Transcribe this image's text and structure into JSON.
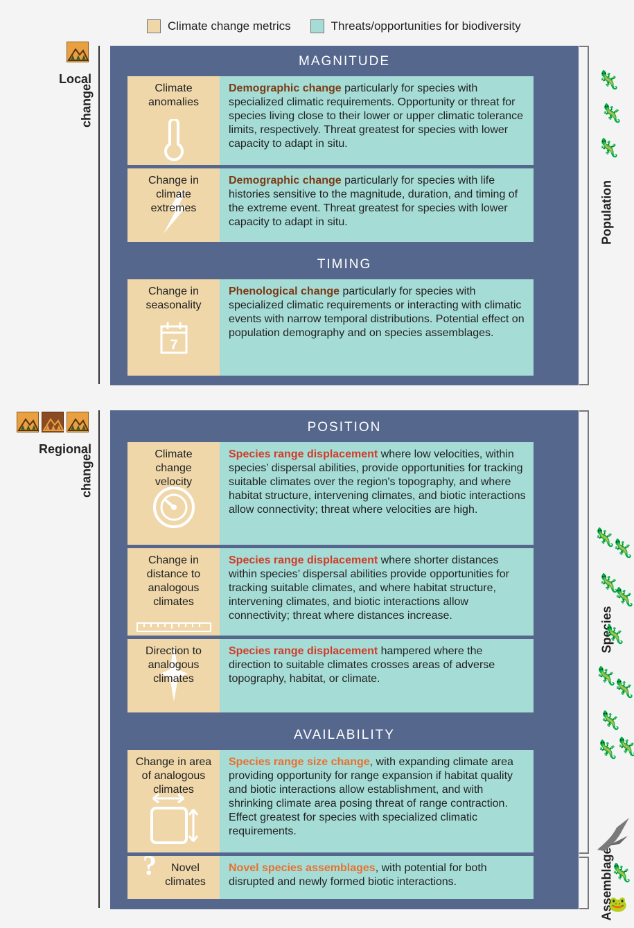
{
  "legend": {
    "climate_metrics": {
      "label": "Climate change metrics",
      "color": "#efd7aa"
    },
    "threats": {
      "label": "Threats/opportunities for biodiversity",
      "color": "#a6dcd6"
    }
  },
  "left_labels": {
    "local": {
      "line1": "Local",
      "line2": "change"
    },
    "regional": {
      "line1": "Regional",
      "line2": "change"
    }
  },
  "right_labels": {
    "population": "Population",
    "species": "Species",
    "assemblage": "Assemblage"
  },
  "sections": {
    "magnitude": "MAGNITUDE",
    "timing": "TIMING",
    "position": "POSITION",
    "availability": "AVAILABILITY"
  },
  "rows": [
    {
      "metric": "Climate anomalies",
      "icon": "thermometer-icon",
      "keyword": "Demographic change",
      "text": " particularly for species with specialized climatic requirements. Opportunity or threat for species living close to their lower or upper climatic tolerance limits, respectively. Threat greatest for species with lower capacity to adapt in situ."
    },
    {
      "metric": "Change in climate extremes",
      "icon": "lightning-icon",
      "keyword": "Demographic change",
      "text": " particularly for species with life histories sensitive to the magnitude, duration, and timing of the extreme event. Threat greatest for species with lower capacity to adapt in situ."
    },
    {
      "metric": "Change in seasonality",
      "icon": "calendar-icon",
      "icon_text": "7",
      "keyword": "Phenological change",
      "text": " particularly for species with specialized climatic requirements or interacting with climatic events with narrow temporal distributions. Potential effect on population demography and on species assemblages."
    },
    {
      "metric": "Climate change velocity",
      "icon": "speedometer-icon",
      "keyword": "Species range displacement",
      "text": " where low velocities, within species’ dispersal abilities, provide opportunities for tracking suitable climates over the region's topography, and where habitat structure, intervening climates, and biotic interactions allow connectivity; threat where velocities are high."
    },
    {
      "metric": "Change in distance to analogous climates",
      "icon": "ruler-icon",
      "keyword": "Species range displacement",
      "text": " where shorter distances within species’ dispersal abilities provide opportunities for tracking suitable climates, and where habitat structure, intervening climates, and biotic interactions allow connectivity; threat where distances increase."
    },
    {
      "metric": "Direction to analogous climates",
      "icon": "compass-star-icon",
      "keyword": "Species range displacement",
      "text": " hampered where the direction to suitable climates crosses areas of adverse topography, habitat, or climate."
    },
    {
      "metric": "Change in area of analogous climates",
      "icon": "area-arrows-icon",
      "keyword": "Species range size change",
      "text": ", with expanding climate area providing opportunity for range expansion if habitat quality and biotic interactions allow establishment, and with shrinking climate area posing threat of range contraction. Effect greatest for species with specialized climatic requirements."
    },
    {
      "metric": "Novel climates",
      "icon": "question-mark-icon",
      "icon_text": "?",
      "keyword": "Novel species assemblages",
      "text": ", with potential for both disrupted and newly formed biotic interactions."
    }
  ]
}
